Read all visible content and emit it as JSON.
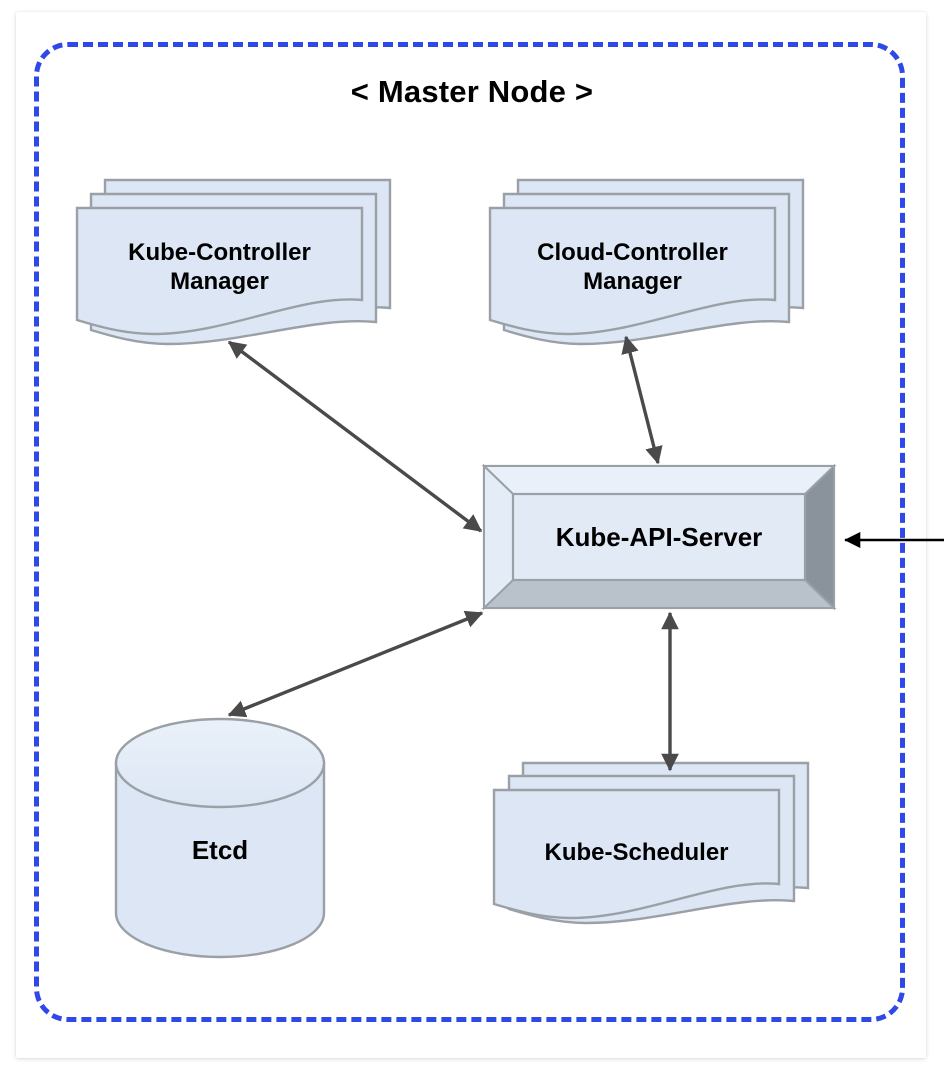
{
  "diagram": {
    "title": "< Master Node >",
    "boundary_name": "master-node-boundary",
    "colors": {
      "boundary_dash": "#2f48e8",
      "shape_fill": "#dce6f4",
      "shape_stroke": "#9aa0a6",
      "bevel_light": "#e4ecf7",
      "bevel_dark": "#8a939b",
      "bevel_bottom": "#b9c2cb",
      "connector": "#4a4a4a",
      "external_arrow": "#000000",
      "text": "#000000",
      "card_bg": "#ffffff"
    },
    "nodes": [
      {
        "id": "kube-controller-manager",
        "label_line1": "Kube-Controller",
        "label_line2": "Manager",
        "shape": "stacked-document",
        "stack_count": 3
      },
      {
        "id": "cloud-controller-manager",
        "label_line1": "Cloud-Controller",
        "label_line2": "Manager",
        "shape": "stacked-document",
        "stack_count": 3
      },
      {
        "id": "kube-api-server",
        "label_line1": "Kube-API-Server",
        "label_line2": "",
        "shape": "beveled-cube",
        "stack_count": 1
      },
      {
        "id": "etcd",
        "label_line1": "Etcd",
        "label_line2": "",
        "shape": "cylinder",
        "stack_count": 1
      },
      {
        "id": "kube-scheduler",
        "label_line1": "Kube-Scheduler",
        "label_line2": "",
        "shape": "stacked-document",
        "stack_count": 3
      }
    ],
    "connectors": [
      {
        "id": "kube-controller-manager--kube-api-server",
        "from": "kube-controller-manager",
        "to": "kube-api-server",
        "direction": "bidirectional"
      },
      {
        "id": "cloud-controller-manager--kube-api-server",
        "from": "cloud-controller-manager",
        "to": "kube-api-server",
        "direction": "bidirectional"
      },
      {
        "id": "etcd--kube-api-server",
        "from": "etcd",
        "to": "kube-api-server",
        "direction": "bidirectional"
      },
      {
        "id": "kube-scheduler--kube-api-server",
        "from": "kube-scheduler",
        "to": "kube-api-server",
        "direction": "bidirectional"
      },
      {
        "id": "external--kube-api-server",
        "from": "external",
        "to": "kube-api-server",
        "direction": "inbound"
      }
    ]
  }
}
